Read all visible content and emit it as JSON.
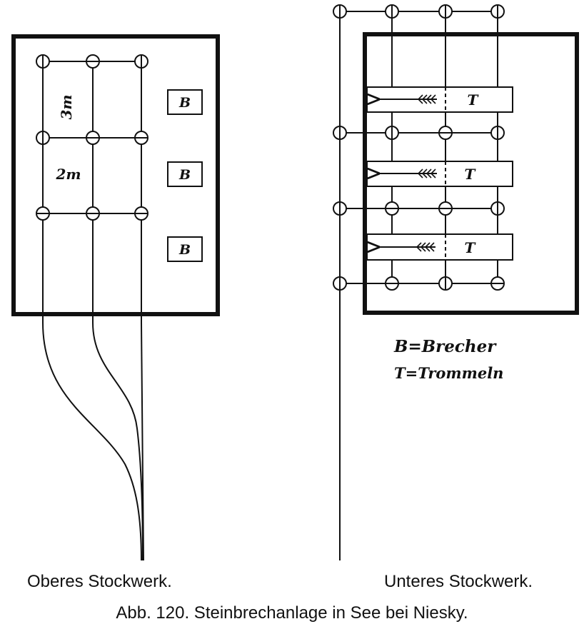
{
  "upper_floor": {
    "dim_3m": "3m",
    "dim_2m": "2m",
    "breakers": [
      "B",
      "B",
      "B"
    ],
    "caption": "Oberes Stockwerk."
  },
  "lower_floor": {
    "drums": [
      "T",
      "T",
      "T"
    ],
    "caption": "Unteres Stockwerk."
  },
  "legend": {
    "line1": "B=Brecher",
    "line2": "T=Trommeln"
  },
  "figure_caption": "Abb. 120. Steinbrechanlage in See bei Niesky."
}
